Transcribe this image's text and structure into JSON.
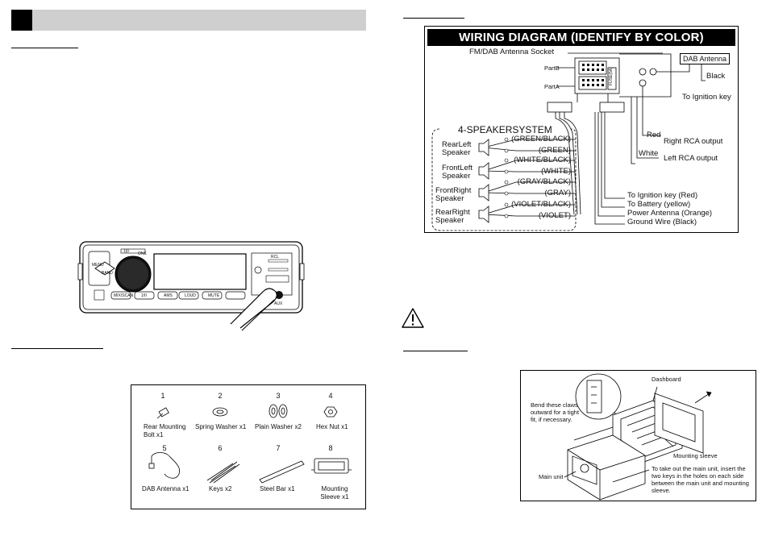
{
  "wiring": {
    "title": "WIRING DIAGRAM (IDENTIFY BY COLOR)",
    "antenna_socket": "FM/DAB Antenna Socket",
    "part_b": "PartB",
    "part_a": "PartA",
    "connector_side_label": "FUSE(5A)",
    "dab_antenna": "DAB Antenna",
    "black": "Black",
    "to_ignition": "To Ignition key",
    "speaker_system": "4-SPEAKERSYSTEM",
    "red": "Red",
    "right_rca": "Right RCA output",
    "white": "White",
    "left_rca": "Left RCA output",
    "speakers": [
      {
        "name_line1": "RearLeft",
        "name_line2": "Speaker",
        "neg": "(GREEN/BLACK)",
        "pos": "(GREEN)"
      },
      {
        "name_line1": "FrontLeft",
        "name_line2": "Speaker",
        "neg": "(WHITE/BLACK)",
        "pos": "(WHITE)"
      },
      {
        "name_line1": "FrontRight",
        "name_line2": "Speaker",
        "neg": "(GRAY/BLACK)",
        "pos": "(GRAY)"
      },
      {
        "name_line1": "RearRight",
        "name_line2": "Speaker",
        "neg": "(VIOLET/BLACK)",
        "pos": "(VIOLET)"
      }
    ],
    "power_wires": [
      "To Ignition key (Red)",
      "To Battery (yellow)",
      "Power Antenna (Orange)",
      "Ground Wire (Black)"
    ]
  },
  "accessories": [
    {
      "num": "1",
      "label": "Rear Mounting Bolt x1"
    },
    {
      "num": "2",
      "label": "Spring Washer x1"
    },
    {
      "num": "3",
      "label": "Plain Washer x2"
    },
    {
      "num": "4",
      "label": "Hex Nut x1"
    },
    {
      "num": "5",
      "label": "DAB Antenna x1"
    },
    {
      "num": "6",
      "label": "Keys x2"
    },
    {
      "num": "7",
      "label": "Steel Bar x1"
    },
    {
      "num": "8",
      "label": "Mounting Sleeve x1"
    }
  ],
  "installation": {
    "claws_note": "Bend these claws outward for a tight fit, if necessary.",
    "dashboard": "Dashboard",
    "mounting_sleeve": "Mounting sleeve",
    "main_unit": "Main unit",
    "removal_note": "To take out the main unit, insert the two keys in the holes on each side between the main unit and mounting sleeve."
  },
  "faceplate": {
    "buttons": [
      "MENU",
      "BAND",
      "MIX/SCAN",
      "1/II",
      "AMS",
      "LOUD",
      "MUTE",
      "AUX"
    ],
    "small_text": [
      "1|0",
      "RCL",
      "ONE"
    ]
  },
  "warning_icon": "warning-triangle-icon"
}
